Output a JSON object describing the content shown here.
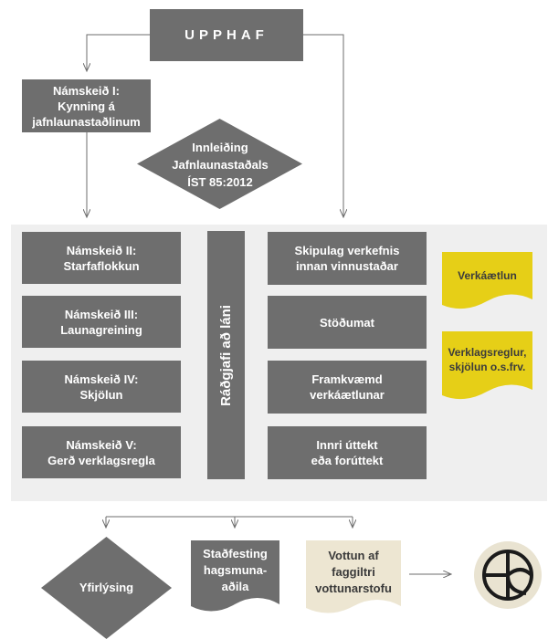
{
  "start": "UPPHAF",
  "course1": "Námskeið I:\nKynning á\njafnlaunastaðlinum",
  "standard": "Innleiðing\nJafnlaunastaðals\nÍST 85:2012",
  "courses": [
    "Námskeið II:\nStarfaflokkun",
    "Námskeið III:\nLaunagreining",
    "Námskeið IV:\nSkjölun",
    "Námskeið V:\nGerð verklagsregla"
  ],
  "advisor": "Ráðgjafi að láni",
  "steps": [
    "Skipulag verkefnis\ninnan vinnustaðar",
    "Stöðumat",
    "Framkvæmd\nverkáætlunar",
    "Innri úttekt\neða forúttekt"
  ],
  "documents": [
    "Verkáætlun",
    "Verklagsreglur,\nskjölun o.s.frv."
  ],
  "declaration": "Yfirlýsing",
  "confirmation": "Staðfesting\nhagsmuna-\naðila",
  "certification": "Vottun af\nfaggiltri\nvottunarstofu",
  "colors": {
    "box": "#6e6e6e",
    "panel": "#efefef",
    "document_yellow": "#e6cf17",
    "certification_beige": "#ede6d2",
    "logo_ring": "#e9e3d1",
    "logo_black": "#1b1b1b"
  },
  "logo_icon": "certification-seal-icon"
}
